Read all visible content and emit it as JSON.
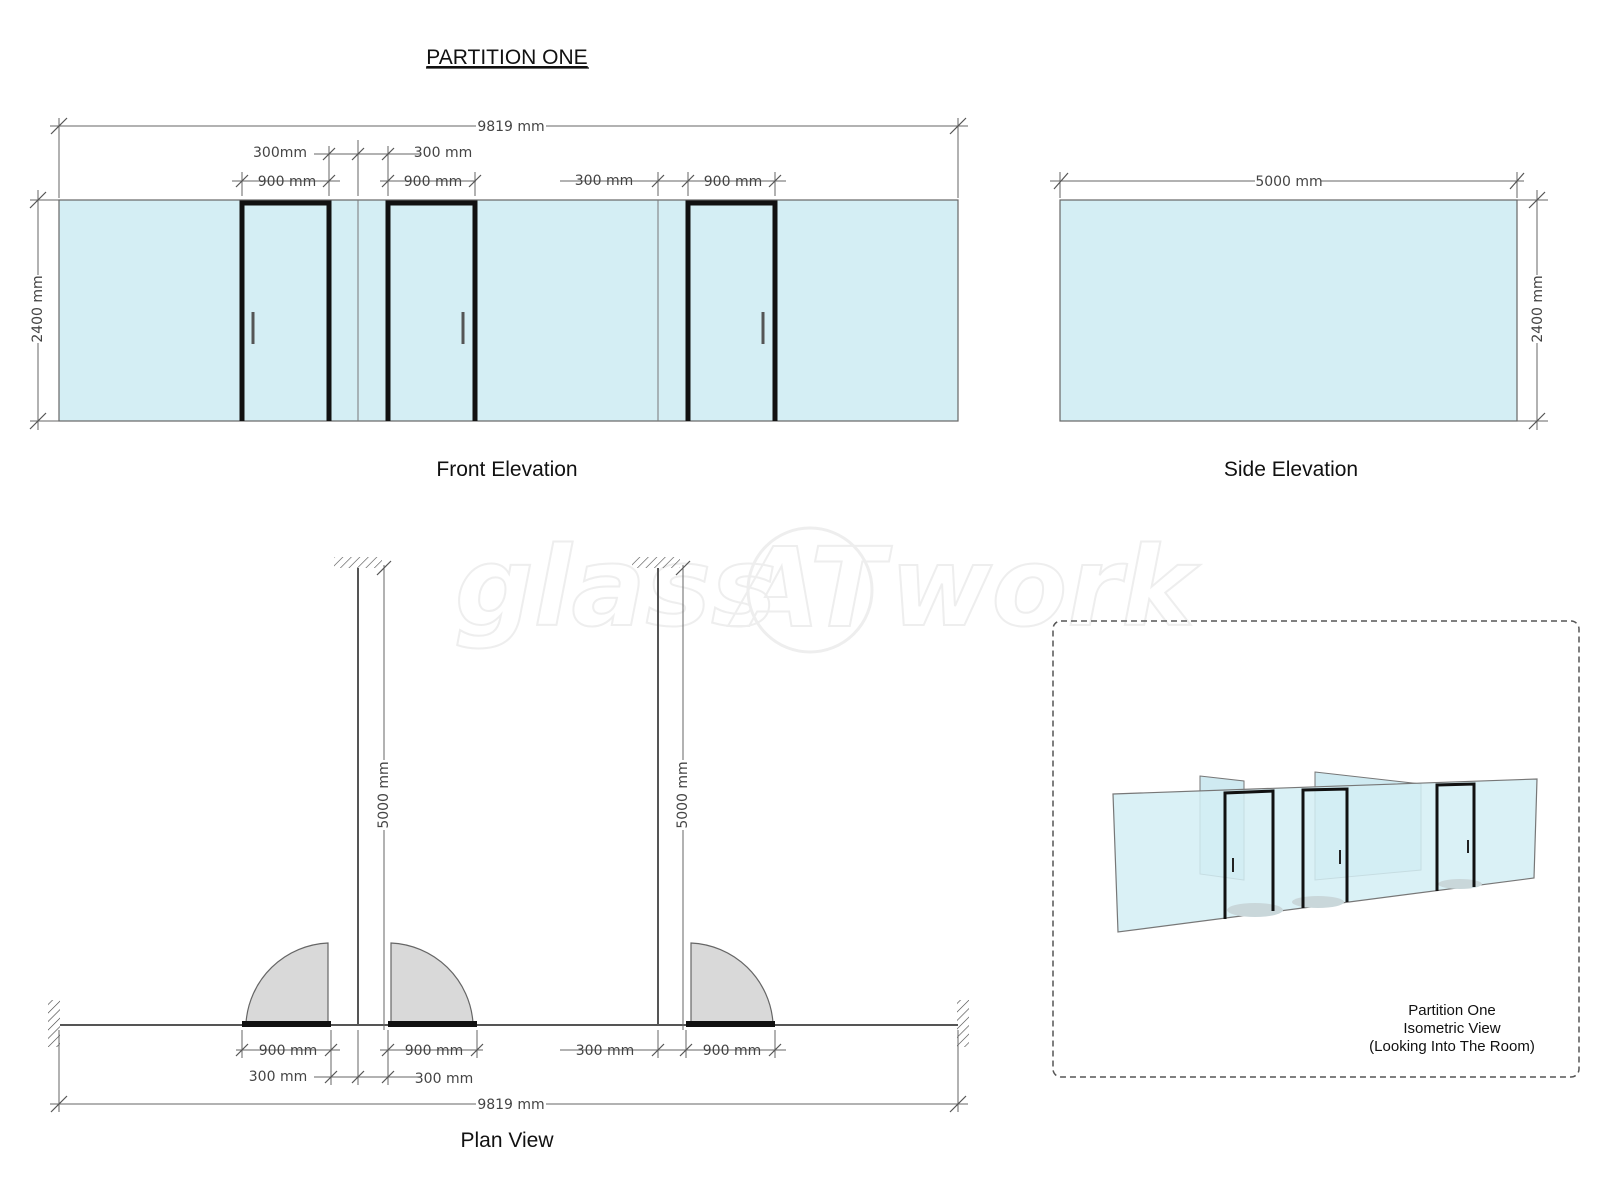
{
  "title": "PARTITION ONE",
  "watermark": {
    "left": "glass",
    "badge": "AT",
    "right": "work"
  },
  "front_elevation": {
    "caption": "Front Elevation",
    "overall_width": "9819 mm",
    "height": "2400 mm",
    "top_300_a": "300mm",
    "top_300_b": "300 mm",
    "top_300_c": "300 mm",
    "door_width_1": "900 mm",
    "door_width_2": "900 mm",
    "door_width_3": "900 mm"
  },
  "side_elevation": {
    "caption": "Side Elevation",
    "width": "5000 mm",
    "height": "2400 mm"
  },
  "plan_view": {
    "caption": "Plan View",
    "overall_width": "9819 mm",
    "wall_depth_1": "5000 mm",
    "wall_depth_2": "5000 mm",
    "door_width_1": "900 mm",
    "door_width_2": "900 mm",
    "door_width_3": "900 mm",
    "bottom_300_a": "300 mm",
    "bottom_300_b": "300 mm",
    "bottom_300_c": "300 mm"
  },
  "isometric_view": {
    "caption_line1": "Partition One",
    "caption_line2": "Isometric View",
    "caption_line3": "(Looking Into The Room)"
  },
  "colors": {
    "glass": "#d4eef4",
    "frame": "#111111",
    "door_swing": "#d9d9d9"
  }
}
